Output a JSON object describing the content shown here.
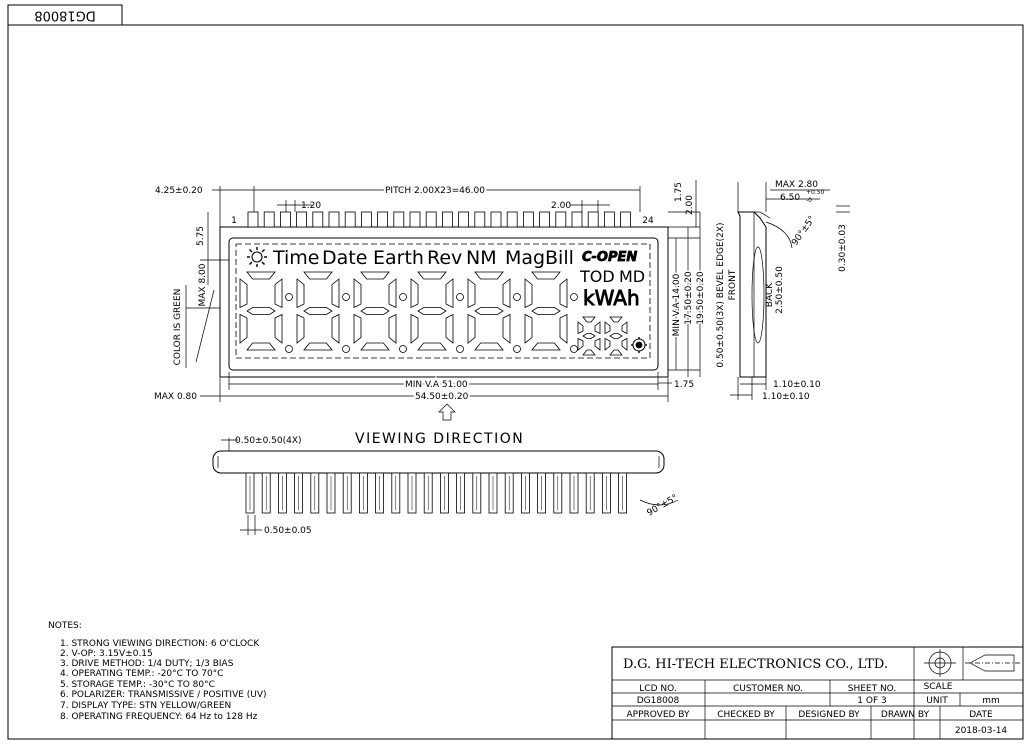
{
  "drawing_code_tab": "DG18008",
  "lcd": {
    "pin_first": "1",
    "pin_last": "24",
    "icons": [
      "Time",
      "Date",
      "Earth",
      "Rev",
      "NM",
      "Mag",
      "Bill"
    ],
    "right_icons": {
      "copen": "C-OPEN",
      "tod": "TOD",
      "md": "MD",
      "kwah": "kWAh"
    },
    "sun_icon": "sun-icon",
    "gear_icon": "gear-icon"
  },
  "dimensions": {
    "pin_offset": "4.25±0.20",
    "pitch": "PITCH 2.00X23=46.00",
    "pin_width": "1.20",
    "pin_pitch": "2.00",
    "top_175": "1.75",
    "top_200": "2.00",
    "left_575": "5.75",
    "max800": "MAX 8.00",
    "color_is_green": "COLOR IS GREEN",
    "min_va_h": "MIN V.A 14.00",
    "h_1750": "17.50±0.20",
    "h_1950": "19.50±0.20",
    "min_va_w": "MIN V.A 51.00",
    "right_175": "1.75",
    "max080": "MAX 0.80",
    "width_5450": "54.50±0.20",
    "bevel": "0.50±0.50(3X) BEVEL EDGE(2X)",
    "front": "FRONT",
    "back": "BACK",
    "thick_250": "2.50±0.50",
    "max280": "MAX 2.80",
    "pin_len": "6.50",
    "pin_len_tol_top": "+0.50",
    "pin_len_tol_bot": "-0",
    "angle": "90°±5°",
    "pin_thick": "0.30±0.03",
    "side_110a": "1.10±0.10",
    "side_110b": "1.10±0.10",
    "front_pin_pitch_note": "0.50±0.50(4X)",
    "front_pin_w": "0.50±0.05",
    "front_angle": "90°±5°"
  },
  "viewing_direction": "VIEWING DIRECTION",
  "notes": {
    "heading": "NOTES:",
    "items": [
      "1. STRONG VIEWING DIRECTION:  6 O'CLOCK",
      "2. V-OP: 3.15V±0.15",
      "3. DRIVE METHOD: 1/4 DUTY; 1/3 BIAS",
      "4. OPERATING TEMP.: -20°C TO 70°C",
      "5. STORAGE TEMP.: -30°C TO 80°C",
      "6. POLARIZER: TRANSMISSIVE / POSITIVE  (UV)",
      "7. DISPLAY TYPE: STN YELLOW/GREEN",
      "8. OPERATING FREQUENCY: 64 Hz to 128 Hz"
    ]
  },
  "title_block": {
    "company": "D.G. HI-TECH ELECTRONICS CO., LTD.",
    "lcd_no_label": "LCD NO.",
    "customer_no_label": "CUSTOMER NO.",
    "sheet_no_label": "SHEET NO.",
    "scale_label": "SCALE",
    "lcd_no": "DG18008",
    "sheet_no": "1  OF  3",
    "unit_label": "UNIT",
    "unit": "mm",
    "approved_by": "APPROVED BY",
    "checked_by": "CHECKED BY",
    "designed_by": "DESIGNED BY",
    "drawn_by": "DRAWN BY",
    "date_label": "DATE",
    "date": "2018-03-14",
    "projection_symbol": "third-angle-projection-icon"
  }
}
